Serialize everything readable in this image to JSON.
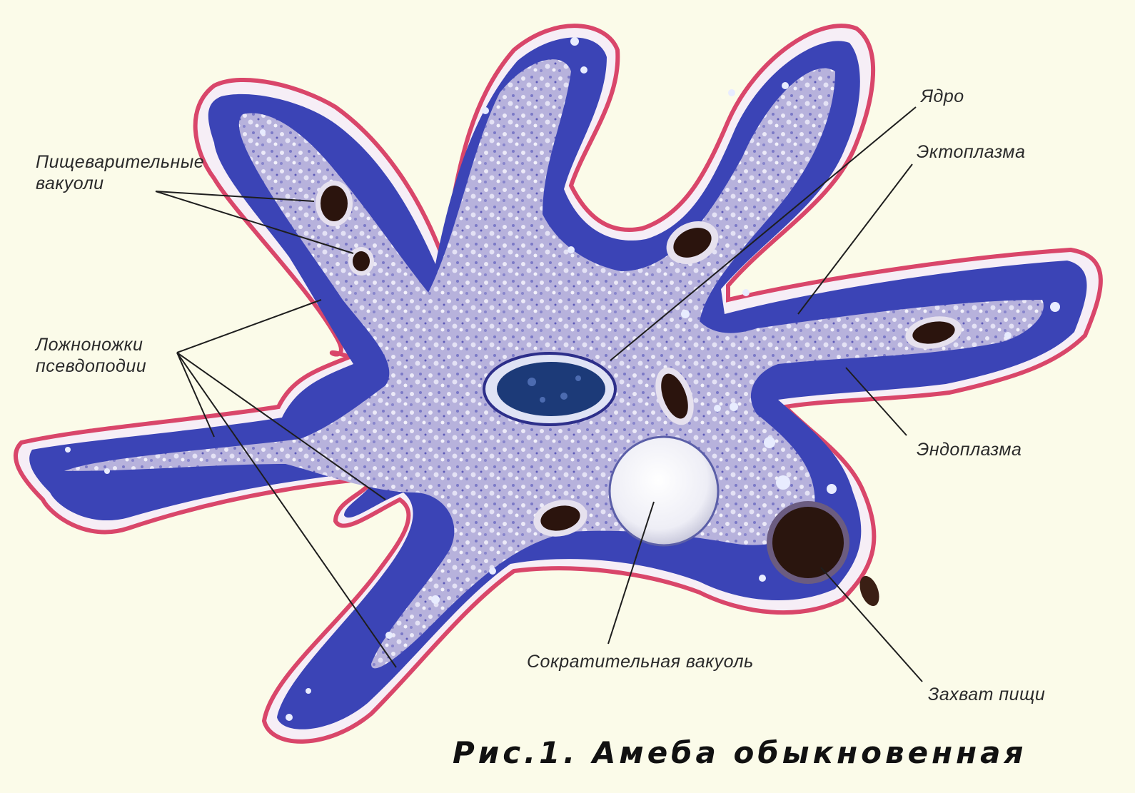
{
  "labels": {
    "digestive_vacuoles": "Пищеварительные\nвакуоли",
    "pseudopodia": "Ложноножки\nпсевдоподии",
    "nucleus": "Ядро",
    "ectoplasm": "Эктоплазма",
    "endoplasm": "Эндоплазма",
    "contractile_vacuole": "Сократительная вакуоль",
    "food_capture": "Захват пищи"
  },
  "caption": "Рис.1. Амеба обыкновенная",
  "colors": {
    "background": "#fbfbe9",
    "ectoplasm": "#3a45b8",
    "endoplasm": "#b9b4de",
    "membrane_edge": "#d94a6e",
    "food": "#3a1f14"
  }
}
